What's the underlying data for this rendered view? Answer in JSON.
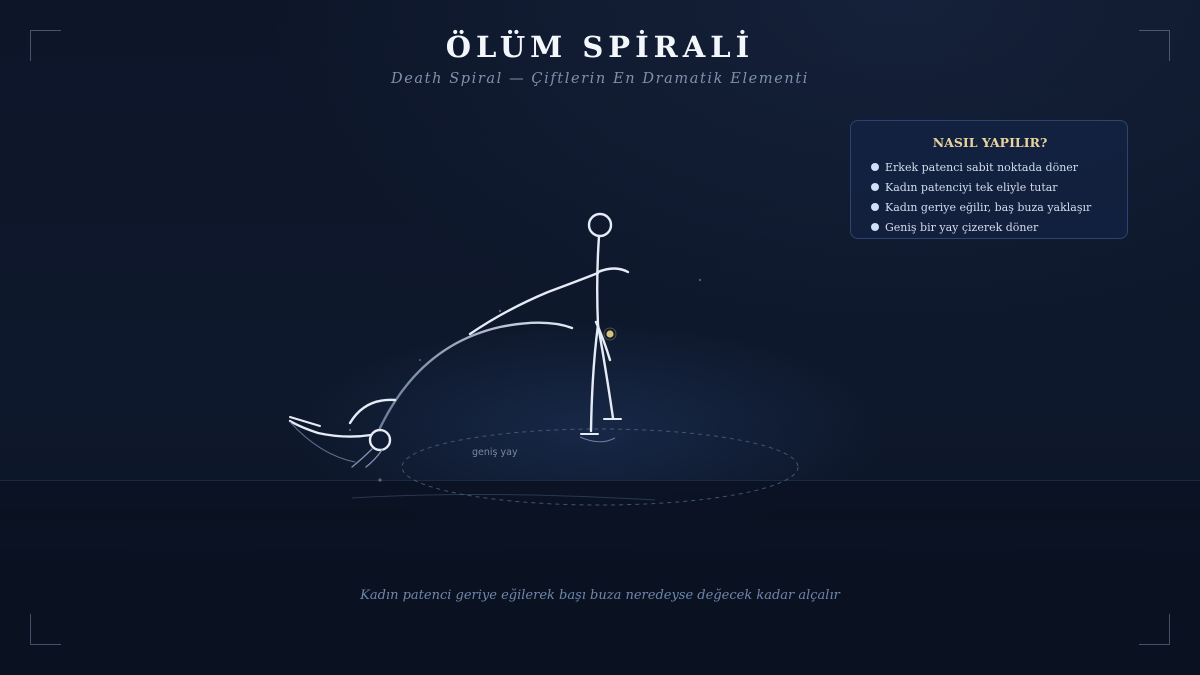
{
  "header": {
    "title": "ÖLÜM SPİRALİ",
    "subtitle": "Death Spiral — Çiftlerin En Dramatik Elementi"
  },
  "howto": {
    "title": "NASIL YAPILIR?",
    "steps": [
      "Erkek patenci sabit noktada döner",
      "Kadın patenciyi tek eliyle tutar",
      "Kadın geriye eğilir, baş buza yaklaşır",
      "Geniş bir yay çizerek döner"
    ]
  },
  "diagram": {
    "arc_label": "geniş yay"
  },
  "caption": "Kadın patenci geriye eğilerek başı buza neredeyse değecek kadar alçalır",
  "colors": {
    "background": "#0c1426",
    "title": "#f3f6fb",
    "subtitle": "#7f90ad",
    "panel_title": "#e8d39a",
    "figure_line": "#e6ecf6",
    "pivot_marker": "#d8c27a"
  }
}
